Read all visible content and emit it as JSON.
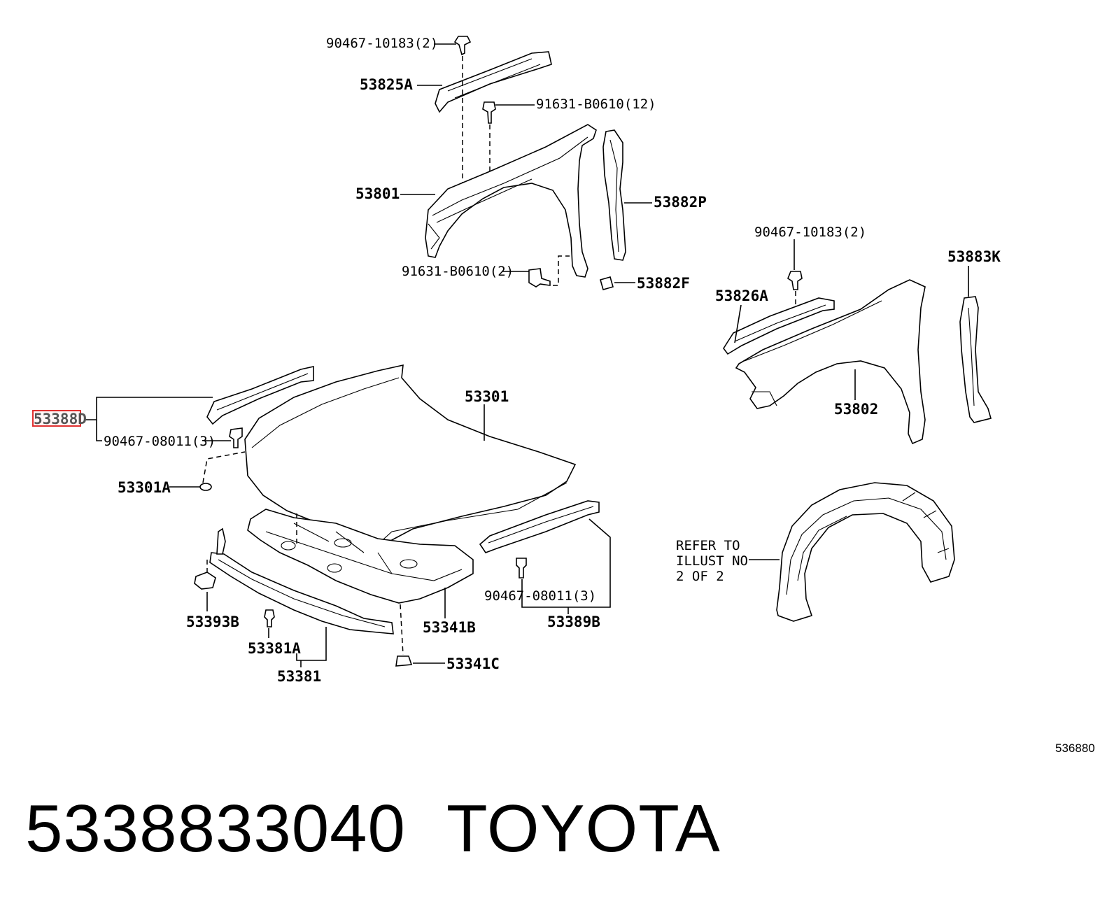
{
  "footer": {
    "part_number": "5338833040",
    "brand": "TOYOTA"
  },
  "diagram_id": "536880",
  "callouts": {
    "c_90467_10183_top": "90467-10183(2)",
    "c_53825A": "53825A",
    "c_91631_B0610_12": "91631-B0610(12)",
    "c_53801": "53801",
    "c_53882P": "53882P",
    "c_91631_B0610_2": "91631-B0610(2)",
    "c_53882F": "53882F",
    "c_90467_10183_right": "90467-10183(2)",
    "c_53883K": "53883K",
    "c_53826A": "53826A",
    "c_53802": "53802",
    "c_53388D": "53388D",
    "c_90467_08011_left": "90467-08011(3)",
    "c_53301": "53301",
    "c_53301A": "53301A",
    "c_refer_line1": "REFER TO",
    "c_refer_line2": "ILLUST NO",
    "c_refer_line3": "2 OF 2",
    "c_90467_08011_right": "90467-08011(3)",
    "c_53389B": "53389B",
    "c_53393B": "53393B",
    "c_53341B": "53341B",
    "c_53381A": "53381A",
    "c_53381": "53381",
    "c_53341C": "53341C"
  }
}
